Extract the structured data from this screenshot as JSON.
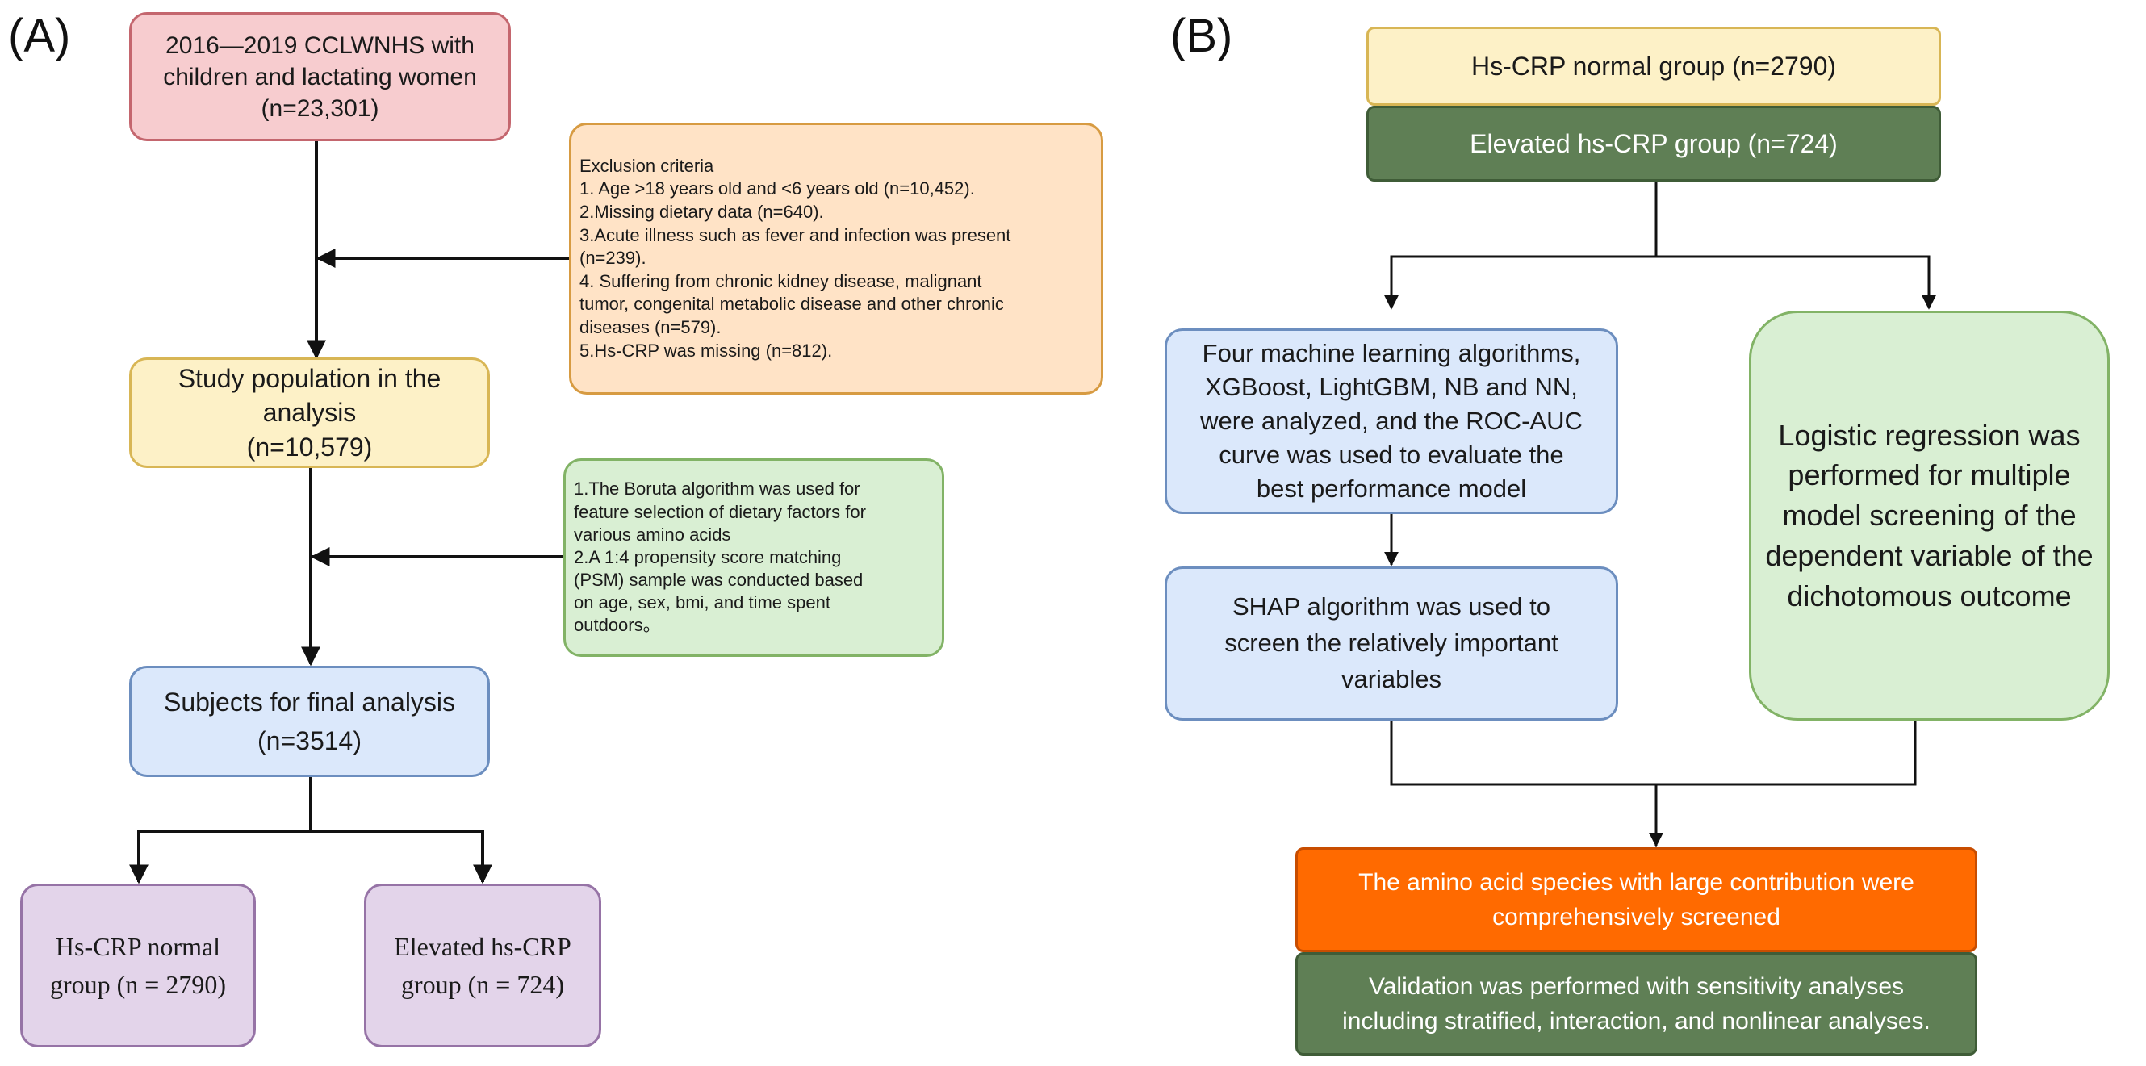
{
  "colors": {
    "pink_fill": "#f7cccf",
    "pink_border": "#c4666e",
    "yellow_fill": "#fdf1c7",
    "yellow_border": "#d8b655",
    "orange_fill": "#ffe3c6",
    "orange_border": "#d79b42",
    "green_fill": "#d9efd3",
    "green_border": "#82b366",
    "blue_fill": "#dbe8fb",
    "blue_border": "#6c8ebf",
    "purple_fill": "#e3d4ea",
    "purple_border": "#9673a6",
    "darkgreen_fill": "#5f7f55",
    "darkgreen_border": "#3f5c37",
    "vivid_orange_fill": "#ff6a00",
    "vivid_orange_border": "#c84d00",
    "arrow": "#111111"
  },
  "panel_a": {
    "label": "(A)",
    "source": "2016—2019 CCLWNHS with\nchildren and lactating women\n(n=23,301)",
    "exclusion": "Exclusion criteria\n1. Age >18 years old and <6 years old (n=10,452).\n2.Missing dietary data (n=640).\n3.Acute illness such as fever and infection was present\n(n=239).\n4. Suffering from chronic kidney disease, malignant\ntumor, congenital metabolic disease and other chronic\ndiseases (n=579).\n5.Hs-CRP was missing (n=812).",
    "study_population": "Study population in the\nanalysis\n(n=10,579)",
    "selection": "1.The Boruta algorithm was used for\nfeature selection of dietary factors for\nvarious amino acids\n2.A 1:4 propensity score matching\n(PSM) sample was conducted based\non age, sex, bmi, and time spent\noutdoors。",
    "final_subjects": "Subjects for final analysis\n(n=3514)",
    "normal_group": "Hs-CRP normal\ngroup (n = 2790)",
    "elevated_group": "Elevated hs-CRP\ngroup (n = 724)"
  },
  "panel_b": {
    "label": "(B)",
    "normal_group": "Hs-CRP normal group (n=2790)",
    "elevated_group": "Elevated hs-CRP group (n=724)",
    "ml_algorithms": "Four machine learning algorithms,\nXGBoost, LightGBM, NB and NN,\nwere analyzed, and the ROC-AUC\ncurve was used to evaluate the\nbest performance model",
    "logistic": "Logistic regression was\nperformed for multiple\nmodel screening of the\ndependent variable of the\ndichotomous outcome",
    "shap": "SHAP algorithm was used to\nscreen the relatively important\nvariables",
    "amino_acid": "The amino acid species with large contribution were\ncomprehensively screened",
    "validation": "Validation was performed with sensitivity analyses\nincluding stratified, interaction, and nonlinear analyses."
  }
}
